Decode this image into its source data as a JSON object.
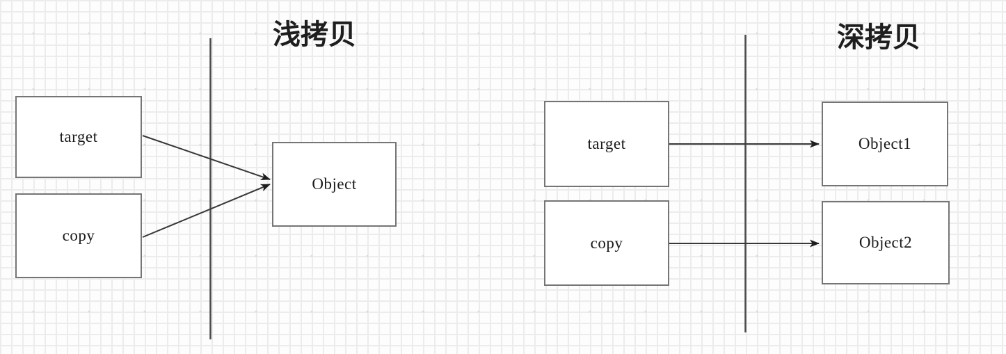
{
  "diagram": {
    "left_section": {
      "title": "浅拷贝",
      "nodes": {
        "target": {
          "label": "target"
        },
        "copy": {
          "label": "copy"
        },
        "object": {
          "label": "Object"
        }
      },
      "edges": [
        {
          "from": "target",
          "to": "object"
        },
        {
          "from": "copy",
          "to": "object"
        }
      ]
    },
    "right_section": {
      "title": "深拷贝",
      "nodes": {
        "target": {
          "label": "target"
        },
        "copy": {
          "label": "copy"
        },
        "object1": {
          "label": "Object1"
        },
        "object2": {
          "label": "Object2"
        }
      },
      "edges": [
        {
          "from": "target",
          "to": "object1"
        },
        {
          "from": "copy",
          "to": "object2"
        }
      ]
    },
    "colors": {
      "node_border": "#757575",
      "node_fill": "#ffffff",
      "edge_stroke": "#383838",
      "divider_stroke": "#4a4a4a",
      "text": "#1a1a1a",
      "grid_line": "#ececec",
      "background": "#fdfdfd"
    }
  }
}
